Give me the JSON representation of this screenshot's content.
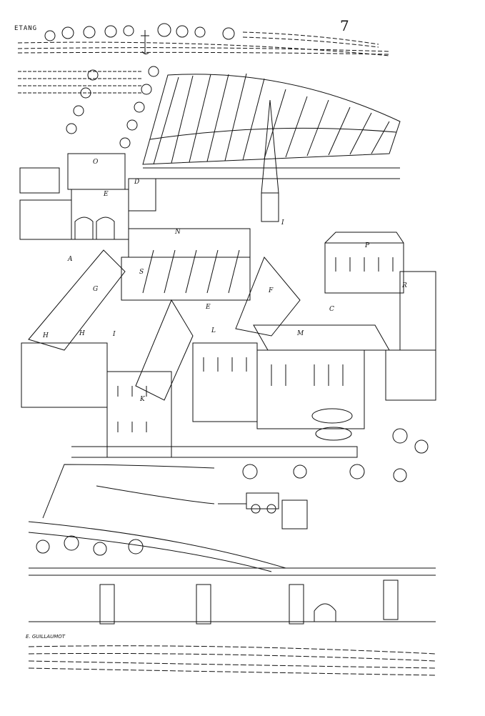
{
  "engraving": {
    "caption_top_left": "ETANG",
    "page_number": "7",
    "signature": "E. GUILLAUMOT",
    "labels": [
      "O",
      "E",
      "D",
      "A",
      "N",
      "I",
      "P",
      "G",
      "S",
      "F",
      "E",
      "C",
      "R",
      "H",
      "H",
      "I",
      "L",
      "M",
      "K"
    ]
  }
}
